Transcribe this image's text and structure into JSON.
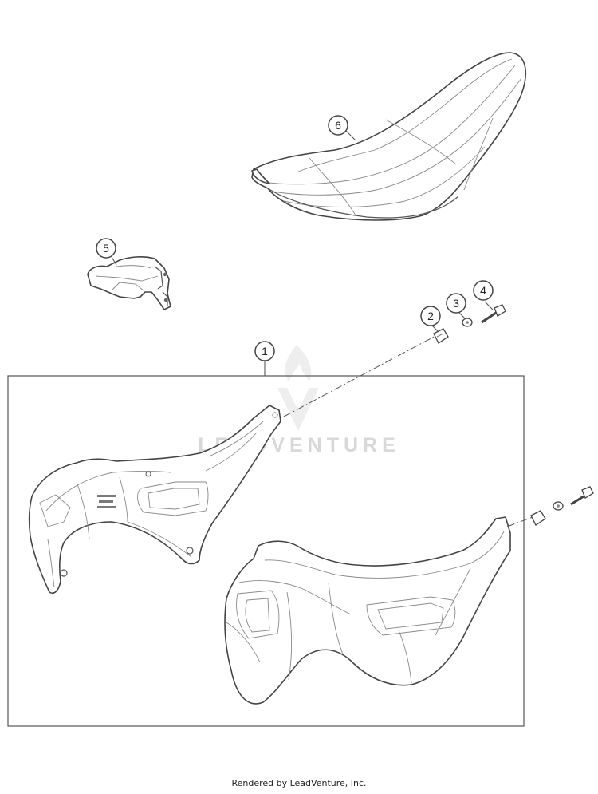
{
  "diagram": {
    "callouts": [
      "1",
      "2",
      "3",
      "4",
      "5",
      "6"
    ]
  },
  "watermark": {
    "text": "LEADVENTURE",
    "icon": "flame-logo-icon"
  },
  "footer": {
    "text": "Rendered by LeadVenture, Inc."
  }
}
